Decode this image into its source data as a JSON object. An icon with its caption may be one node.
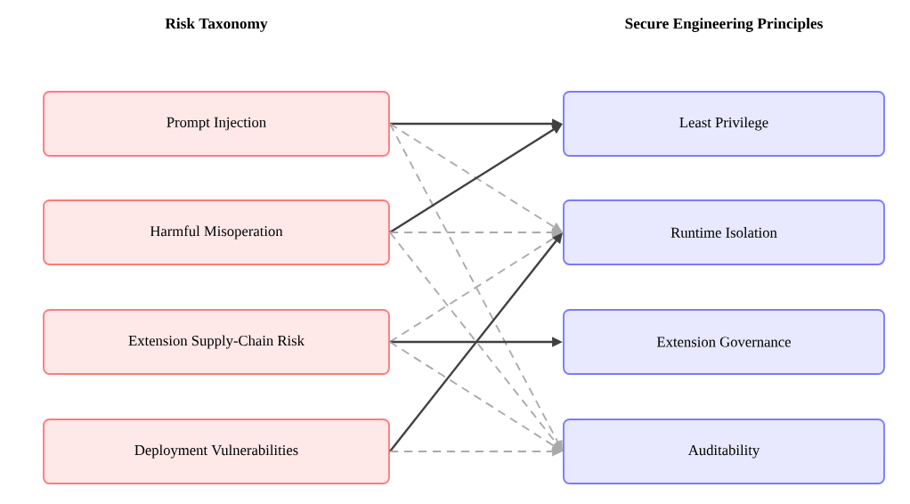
{
  "diagram": {
    "nodes": [
      {
        "text": [
          "Prompt Injection"
        ]
      },
      {
        "text": [
          "Harmful Misoperation"
        ]
      },
      {
        "text": [
          "Extension Supply-Chain Risk"
        ]
      },
      {
        "text": [
          "Deployment Vulnerabilities"
        ]
      },
      {
        "text": [
          "Least Privilege"
        ]
      },
      {
        "text": [
          "Runtime Isolation"
        ]
      },
      {
        "text": [
          "Extension Governance"
        ]
      },
      {
        "text": [
          "Auditability"
        ]
      }
    ],
    "edges": [
      {
        "from": 0,
        "to": 4,
        "arrow": "to",
        "color": "#404040"
      },
      {
        "from": 0,
        "to": 5,
        "arrow": "to",
        "style": "dashed"
      },
      {
        "from": 0,
        "to": 7,
        "arrow": "to",
        "style": "dashed"
      },
      {
        "from": 1,
        "to": 4,
        "arrow": "to",
        "color": "#404040"
      },
      {
        "from": 1,
        "to": 5,
        "arrow": "to",
        "style": "dashed"
      },
      {
        "from": 1,
        "to": 7,
        "arrow": "to",
        "style": "dashed"
      },
      {
        "from": 2,
        "to": 5,
        "arrow": "to",
        "style": "dashed"
      },
      {
        "from": 2,
        "to": 6,
        "arrow": "to",
        "color": "#404040"
      },
      {
        "from": 2,
        "to": 7,
        "arrow": "to",
        "style": "dashed"
      },
      {
        "from": 3,
        "to": 5,
        "arrow": "to",
        "color": "#404040"
      },
      {
        "from": 3,
        "to": 7,
        "arrow": "to",
        "style": "dashed"
      }
    ],
    "labels": [
      "Risk Taxonomy",
      "Secure Engineering Principles"
    ]
  }
}
